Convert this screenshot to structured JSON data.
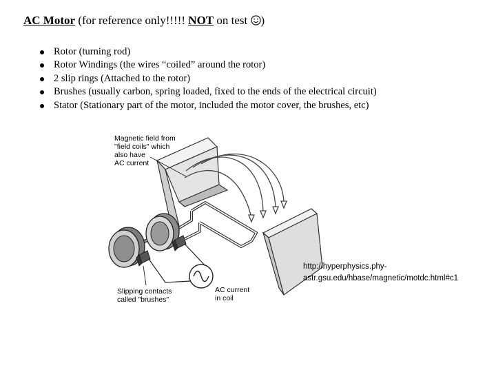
{
  "slide": {
    "title_bold": "AC Motor",
    "title_rest": " (for reference only!!!!!  ",
    "title_bold2": "NOT",
    "title_rest2": " on test ",
    "title_end": ")",
    "bullets": [
      "Rotor (turning rod)",
      "Rotor Windings (the wires “coiled” around the rotor)",
      "2 slip rings (Attached to the rotor)",
      "Brushes (usually carbon, spring loaded, fixed to the ends of the electrical circuit)",
      "Stator (Stationary part of the motor, included the motor cover, the brushes, etc)"
    ]
  },
  "diagram": {
    "label_field": "Magnetic field from\n\"field coils\" which\nalso have\nAC current",
    "label_brushes": "Slipping contacts\ncalled \"brushes\"",
    "label_ac": "AC current\nin coil"
  },
  "source_url": "http://hyperphysics.phy-\nastr.gsu.edu/hbase/magnetic/motdc.html#c1"
}
